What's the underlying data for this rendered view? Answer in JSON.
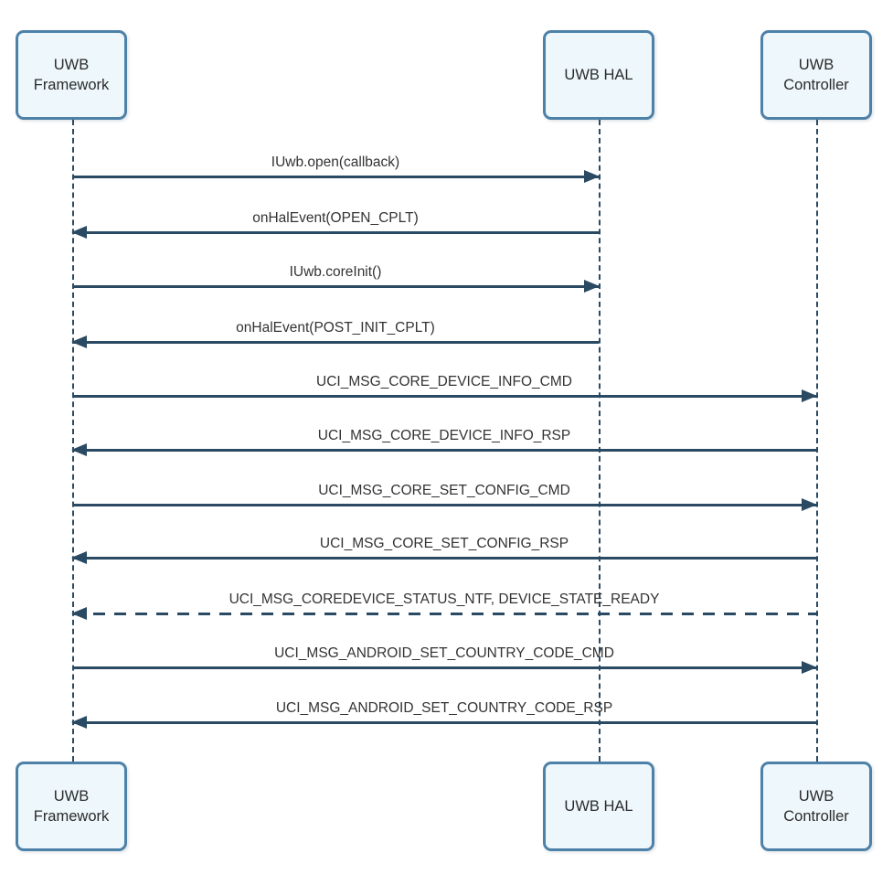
{
  "diagram_type": "sequence-diagram",
  "colors": {
    "line": "#2a4a63",
    "box_border": "#4e81a8",
    "box_fill": "#eef7fc",
    "label_text": "#333333",
    "background": "#ffffff"
  },
  "actors": [
    {
      "id": "framework",
      "label": "UWB Framework"
    },
    {
      "id": "hal",
      "label": "UWB HAL"
    },
    {
      "id": "controller",
      "label": "UWB Controller"
    }
  ],
  "messages": [
    {
      "label": "IUwb.open(callback)",
      "from": "framework",
      "to": "hal",
      "line_style": "solid"
    },
    {
      "label": "onHalEvent(OPEN_CPLT)",
      "from": "hal",
      "to": "framework",
      "line_style": "solid"
    },
    {
      "label": "IUwb.coreInit()",
      "from": "framework",
      "to": "hal",
      "line_style": "solid"
    },
    {
      "label": "onHalEvent(POST_INIT_CPLT)",
      "from": "hal",
      "to": "framework",
      "line_style": "solid"
    },
    {
      "label": "UCI_MSG_CORE_DEVICE_INFO_CMD",
      "from": "framework",
      "to": "controller",
      "line_style": "solid"
    },
    {
      "label": "UCI_MSG_CORE_DEVICE_INFO_RSP",
      "from": "controller",
      "to": "framework",
      "line_style": "solid"
    },
    {
      "label": "UCI_MSG_CORE_SET_CONFIG_CMD",
      "from": "framework",
      "to": "controller",
      "line_style": "solid"
    },
    {
      "label": "UCI_MSG_CORE_SET_CONFIG_RSP",
      "from": "controller",
      "to": "framework",
      "line_style": "solid"
    },
    {
      "label": "UCI_MSG_COREDEVICE_STATUS_NTF, DEVICE_STATE_READY",
      "from": "controller",
      "to": "framework",
      "line_style": "dashed"
    },
    {
      "label": "UCI_MSG_ANDROID_SET_COUNTRY_CODE_CMD",
      "from": "framework",
      "to": "controller",
      "line_style": "solid"
    },
    {
      "label": "UCI_MSG_ANDROID_SET_COUNTRY_CODE_RSP",
      "from": "controller",
      "to": "framework",
      "line_style": "solid"
    }
  ]
}
